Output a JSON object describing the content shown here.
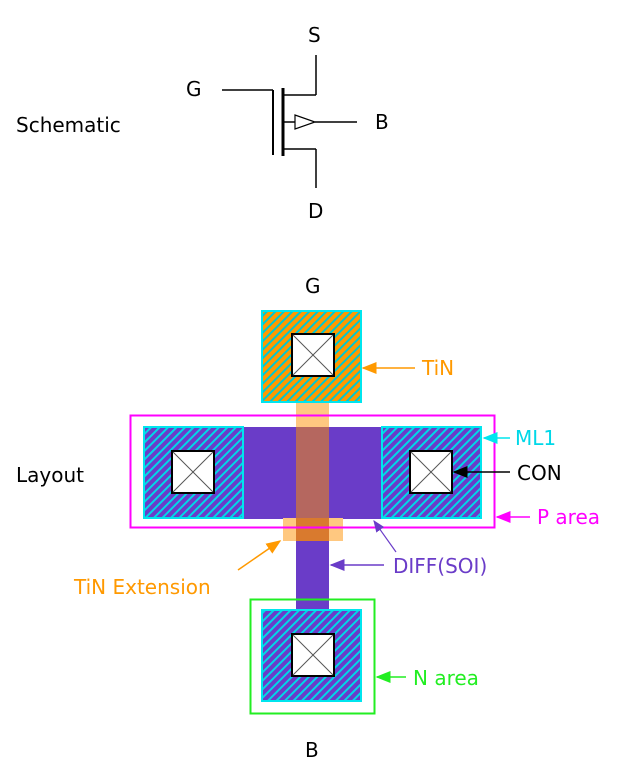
{
  "schematic": {
    "section_label": "Schematic",
    "terminals": {
      "gate": "G",
      "source": "S",
      "drain": "D",
      "body": "B"
    }
  },
  "layout": {
    "section_label": "Layout",
    "terminal_labels": {
      "gate": "G",
      "body": "B"
    },
    "annotations": {
      "tin": "TiN",
      "ml1": "ML1",
      "con": "CON",
      "p_area": "P area",
      "diff": "DIFF(SOI)",
      "tin_extension": "TiN Extension",
      "n_area": "N area"
    },
    "colors": {
      "tin": "#ff9900",
      "tin_light": "#ffc880",
      "ml1": "#00e5ee",
      "diff": "#6a3cc8",
      "gate_overlap": "#b5675f",
      "ext_overlap": "#d97a2e",
      "p_area": "#ff00ff",
      "n_area": "#22ee22",
      "con": "#000000"
    }
  }
}
